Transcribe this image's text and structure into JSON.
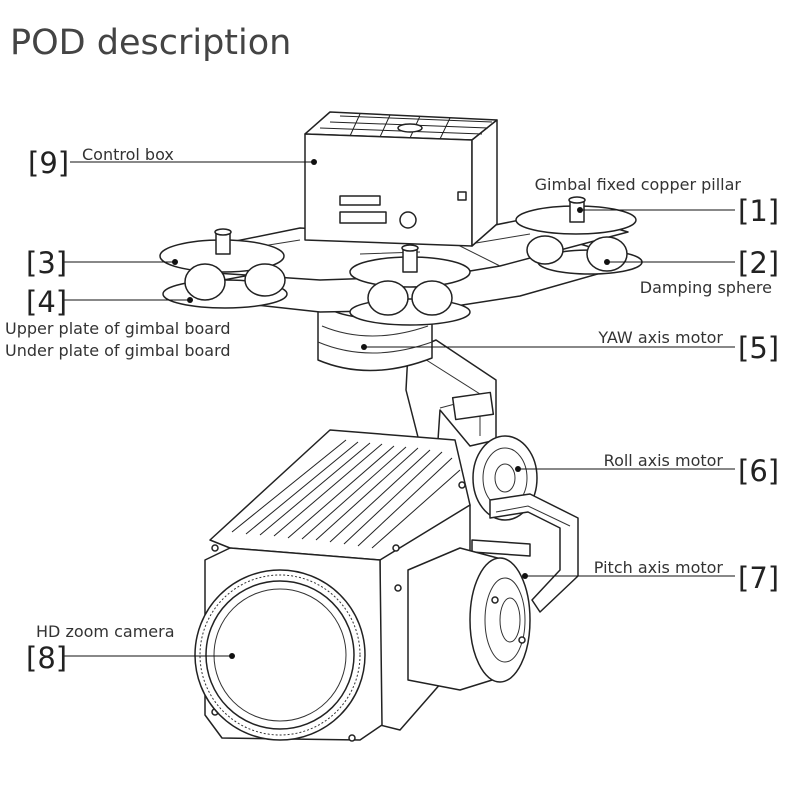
{
  "page_title": "POD description",
  "callouts": [
    {
      "id": "control-box",
      "number": "[9]",
      "label": "Control box"
    },
    {
      "id": "copper-pillar",
      "number": "[1]",
      "label": "Gimbal fixed copper pillar"
    },
    {
      "id": "damping-sphere",
      "number": "[2]",
      "label": "Damping sphere"
    },
    {
      "id": "upper-plate",
      "number": "[3]",
      "label": "Upper plate of gimbal board"
    },
    {
      "id": "under-plate",
      "number": "[4]",
      "label": "Under plate of gimbal board"
    },
    {
      "id": "yaw-motor",
      "number": "[5]",
      "label": "YAW axis motor"
    },
    {
      "id": "roll-motor",
      "number": "[6]",
      "label": "Roll axis motor"
    },
    {
      "id": "pitch-motor",
      "number": "[7]",
      "label": "Pitch axis motor"
    },
    {
      "id": "hd-zoom-camera",
      "number": "[8]",
      "label": "HD zoom camera"
    }
  ]
}
